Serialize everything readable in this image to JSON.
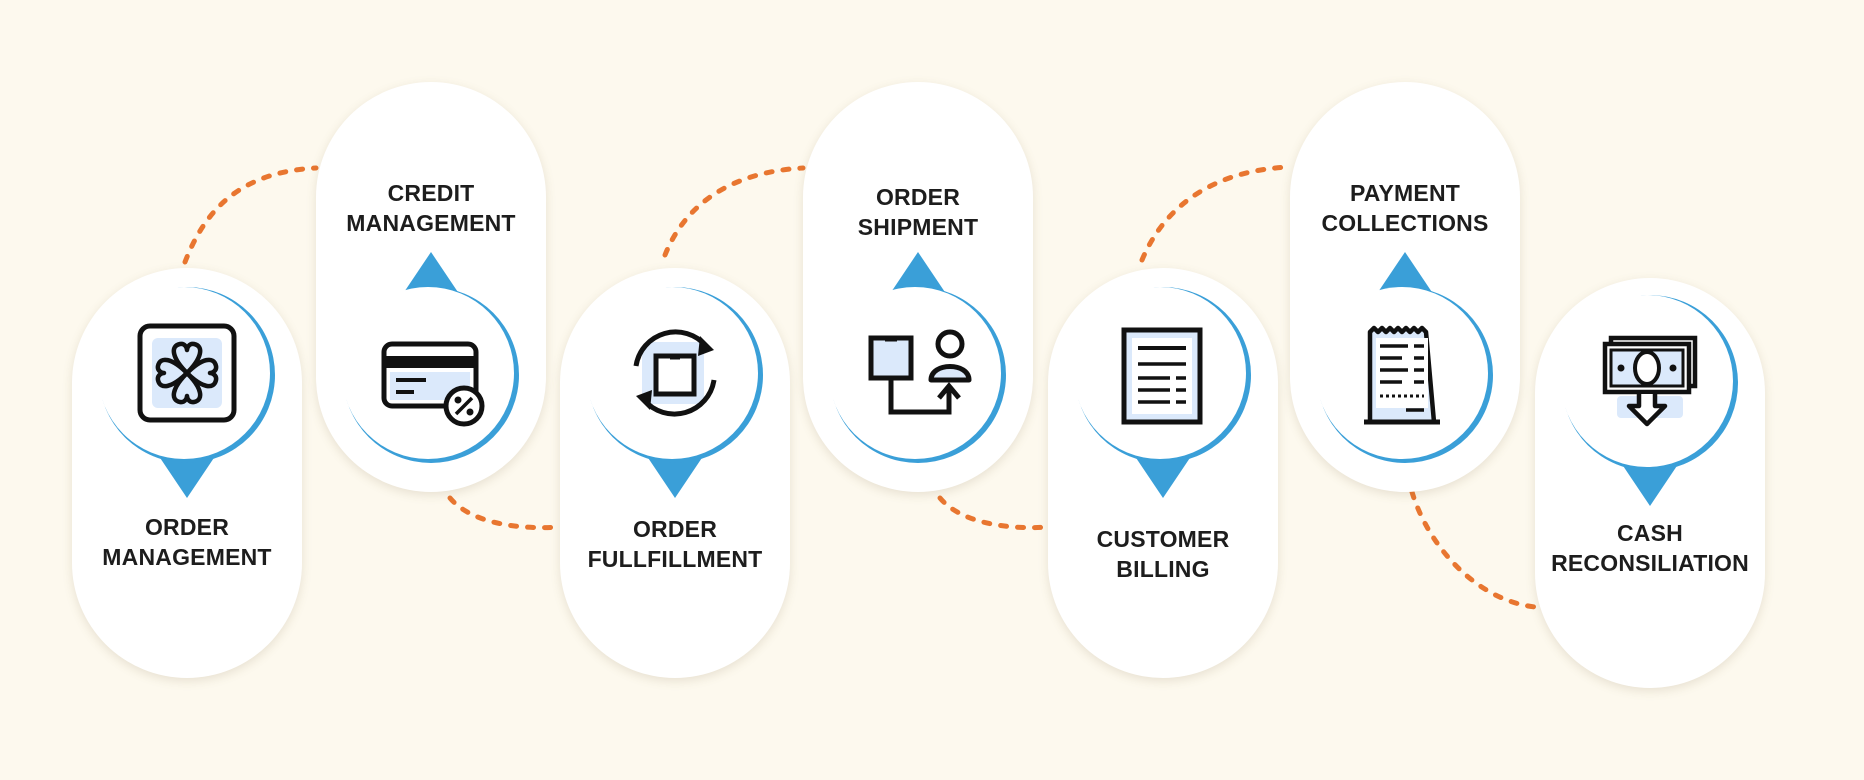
{
  "colors": {
    "background": "#fdf9ee",
    "accent_blue": "#3a9fd8",
    "connector_orange": "#e87630",
    "icon_fill": "#dbe9fb",
    "icon_stroke": "#111111"
  },
  "steps": [
    {
      "id": "order-management",
      "line1": "ORDER",
      "line2": "MANAGEMENT",
      "icon": "clover-icon"
    },
    {
      "id": "credit-management",
      "line1": "CREDIT",
      "line2": "MANAGEMENT",
      "icon": "credit-card-icon"
    },
    {
      "id": "order-fullfillment",
      "line1": "ORDER",
      "line2": "FULLFILLMENT",
      "icon": "refresh-box-icon"
    },
    {
      "id": "order-shipment",
      "line1": "ORDER",
      "line2": "SHIPMENT",
      "icon": "package-delivery-icon"
    },
    {
      "id": "customer-billing",
      "line1": "CUSTOMER",
      "line2": "BILLING",
      "icon": "invoice-icon"
    },
    {
      "id": "payment-collections",
      "line1": "PAYMENT",
      "line2": "COLLECTIONS",
      "icon": "receipt-icon"
    },
    {
      "id": "cash-reconsiliation",
      "line1": "CASH",
      "line2": "RECONSILIATION",
      "icon": "money-down-icon"
    }
  ]
}
